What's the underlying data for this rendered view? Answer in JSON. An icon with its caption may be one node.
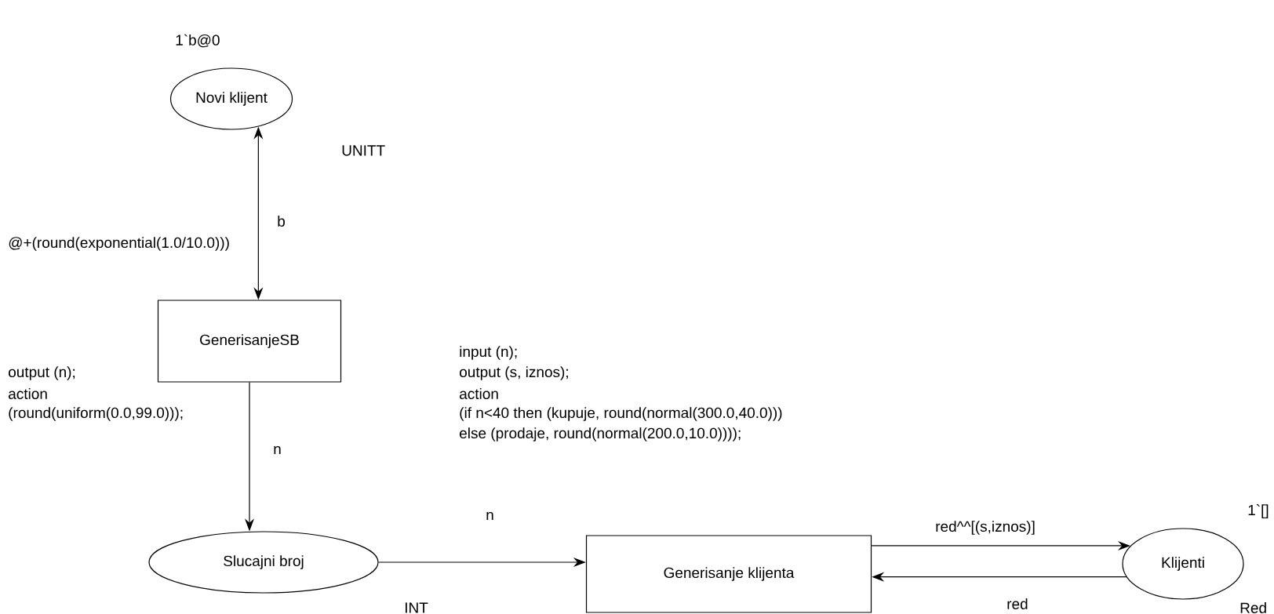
{
  "diagram": {
    "nodes": [
      {
        "text": [
          "Novi klijent"
        ],
        "beside": [
          "1`b@0"
        ]
      },
      {
        "text": [
          "GenerisanjeSB"
        ]
      },
      {
        "text": [
          "Slucajni broj"
        ],
        "beside": [
          "INT"
        ]
      },
      {
        "text": [
          "Generisanje klijenta"
        ]
      },
      {
        "text": [
          "Klijenti"
        ],
        "beside": [
          "1`[]",
          "Red"
        ]
      }
    ],
    "edges": [
      {
        "from": 0,
        "to": 1,
        "arrow": "both",
        "label": "b"
      },
      {
        "from": 1,
        "to": 2,
        "arrow": "to",
        "label": "n"
      },
      {
        "from": 2,
        "to": 3,
        "arrow": "to",
        "label": "n"
      },
      {
        "from": 3,
        "to": 4,
        "arrow": "to",
        "label": "red^^[(s,iznos)]"
      },
      {
        "from": 4,
        "to": 3,
        "arrow": "to",
        "label": "red"
      }
    ],
    "labels": [
      "UNITT",
      "@+(round(exponential(1.0/10.0)))",
      "output (n);",
      "action",
      "(round(uniform(0.0,99.0)));",
      "input (n);",
      "output (s, iznos);",
      "action",
      "(if n<40 then (kupuje, round(normal(300.0,40.0)))",
      "else (prodaje, round(normal(200.0,10.0))));"
    ]
  }
}
